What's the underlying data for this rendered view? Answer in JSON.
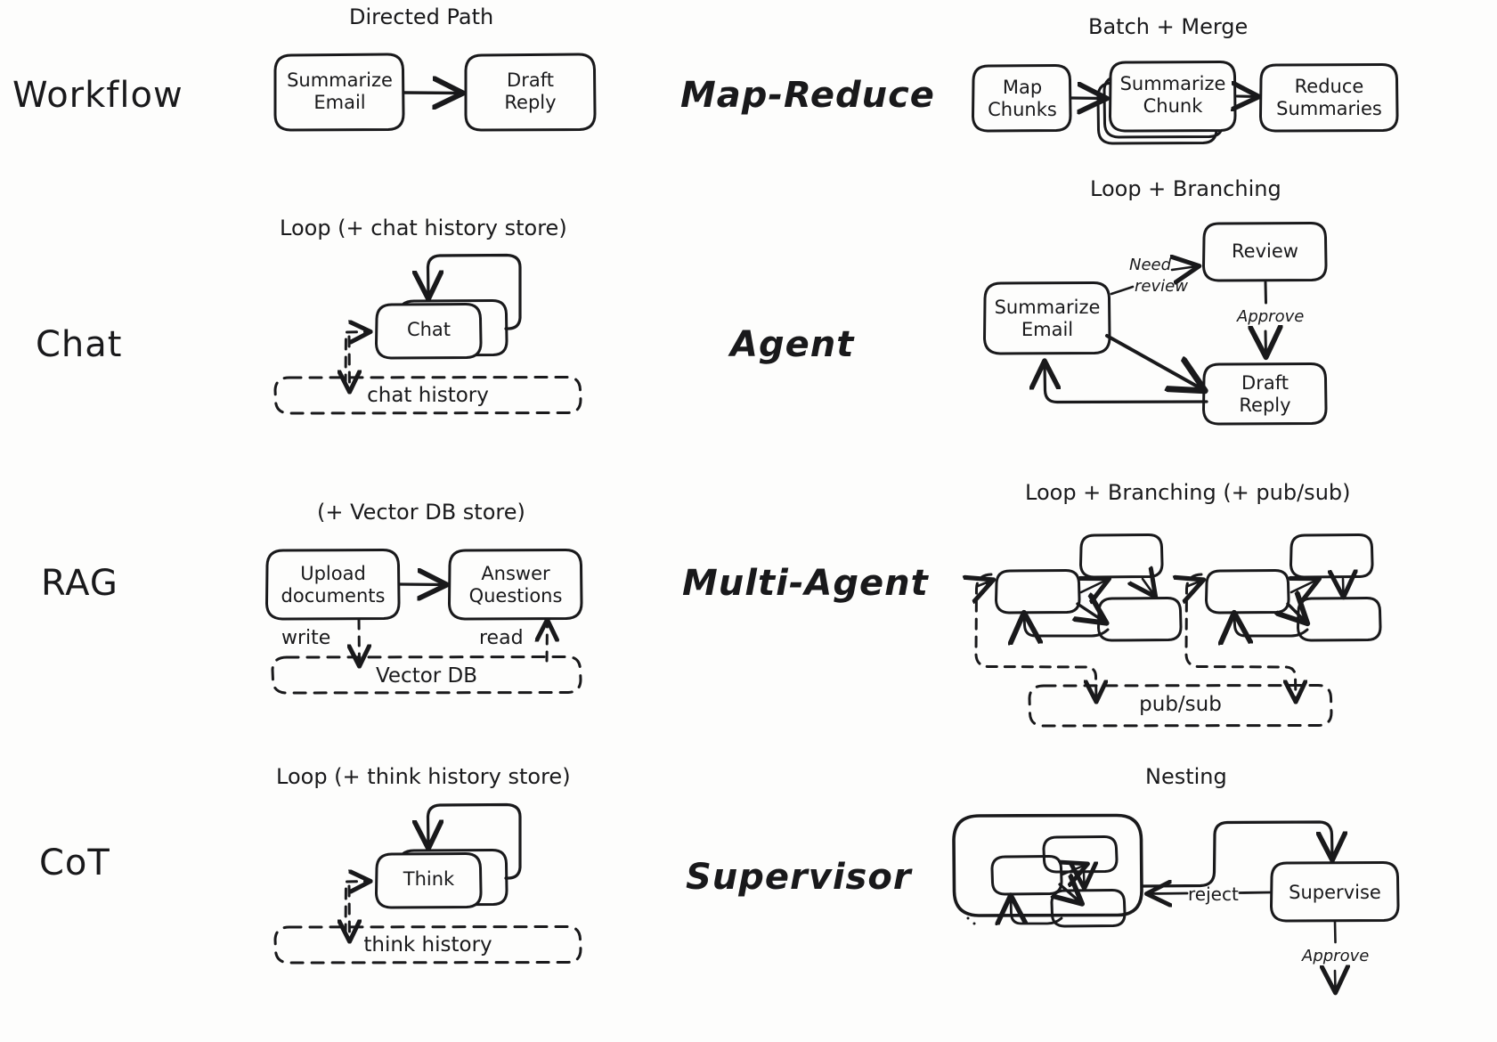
{
  "page": {
    "background": "#fdfdfc",
    "ink": "#19191b",
    "title_note": "Agentic pattern comparison diagram (hand-drawn style)"
  },
  "rows": [
    {
      "id": "workflow",
      "left": {
        "label": "Workflow",
        "caption": "Directed Path",
        "nodes": [
          {
            "id": "summarize-email",
            "label": "Summarize\nEmail"
          },
          {
            "id": "draft-reply",
            "label": "Draft\nReply"
          }
        ],
        "edges": [
          {
            "from": "summarize-email",
            "to": "draft-reply",
            "label": "",
            "style": "solid"
          }
        ],
        "stores": []
      },
      "right": {
        "label": "Map-Reduce",
        "caption": "Batch + Merge",
        "nodes": [
          {
            "id": "map-chunks",
            "label": "Map\nChunks"
          },
          {
            "id": "summarize-chunk",
            "label": "Summarize\nChunk",
            "stacked": true
          },
          {
            "id": "reduce-summaries",
            "label": "Reduce\nSummaries"
          }
        ],
        "edges": [
          {
            "from": "map-chunks",
            "to": "summarize-chunk",
            "label": "",
            "style": "solid"
          },
          {
            "from": "summarize-chunk",
            "to": "reduce-summaries",
            "label": "",
            "style": "solid"
          }
        ],
        "stores": []
      }
    },
    {
      "id": "chat",
      "left": {
        "label": "Chat",
        "caption": "Loop (+ chat history store)",
        "nodes": [
          {
            "id": "chat",
            "label": "Chat",
            "selfloop": true
          }
        ],
        "edges": [],
        "stores": [
          {
            "id": "chat-history",
            "label": "chat history",
            "style": "dashed"
          }
        ]
      },
      "right": {
        "label": "Agent",
        "caption": "Loop + Branching",
        "nodes": [
          {
            "id": "summarize-email",
            "label": "Summarize\nEmail"
          },
          {
            "id": "review",
            "label": "Review"
          },
          {
            "id": "draft-reply",
            "label": "Draft\nReply"
          }
        ],
        "edges": [
          {
            "from": "summarize-email",
            "to": "review",
            "label": "Need\nreview",
            "style": "solid"
          },
          {
            "from": "review",
            "to": "draft-reply",
            "label": "Approve",
            "style": "solid"
          },
          {
            "from": "summarize-email",
            "to": "draft-reply",
            "label": "",
            "style": "solid"
          },
          {
            "from": "draft-reply",
            "to": "summarize-email",
            "label": "",
            "style": "solid"
          }
        ],
        "stores": []
      }
    },
    {
      "id": "rag",
      "left": {
        "label": "RAG",
        "caption": "(+ Vector DB store)",
        "nodes": [
          {
            "id": "upload-documents",
            "label": "Upload\ndocuments"
          },
          {
            "id": "answer-questions",
            "label": "Answer\nQuestions"
          }
        ],
        "edges": [
          {
            "from": "upload-documents",
            "to": "answer-questions",
            "label": "",
            "style": "solid"
          },
          {
            "from": "upload-documents",
            "to": "vector-db",
            "label": "write",
            "style": "dashed"
          },
          {
            "from": "vector-db",
            "to": "answer-questions",
            "label": "read",
            "style": "dashed"
          }
        ],
        "stores": [
          {
            "id": "vector-db",
            "label": "Vector DB",
            "style": "dashed"
          }
        ]
      },
      "right": {
        "label": "Multi-Agent",
        "caption": "Loop + Branching (+ pub/sub)",
        "nodes": [
          {
            "id": "cluster-a",
            "label": ""
          },
          {
            "id": "cluster-b",
            "label": ""
          }
        ],
        "edges": [
          {
            "from": "cluster-a",
            "to": "pub-sub",
            "label": "",
            "style": "dashed"
          },
          {
            "from": "cluster-b",
            "to": "pub-sub",
            "label": "",
            "style": "dashed"
          }
        ],
        "stores": [
          {
            "id": "pub-sub",
            "label": "pub/sub",
            "style": "dashed"
          }
        ]
      }
    },
    {
      "id": "cot",
      "left": {
        "label": "CoT",
        "caption": "Loop (+ think history store)",
        "nodes": [
          {
            "id": "think",
            "label": "Think",
            "selfloop": true
          }
        ],
        "edges": [],
        "stores": [
          {
            "id": "think-history",
            "label": "think history",
            "style": "dashed"
          }
        ]
      },
      "right": {
        "label": "Supervisor",
        "caption": "Nesting",
        "nodes": [
          {
            "id": "nested-agent",
            "label": ""
          },
          {
            "id": "supervise",
            "label": "Supervise"
          }
        ],
        "edges": [
          {
            "from": "nested-agent",
            "to": "supervise",
            "label": "",
            "style": "solid"
          },
          {
            "from": "supervise",
            "to": "nested-agent",
            "label": "reject",
            "style": "solid"
          },
          {
            "from": "supervise",
            "to": "out",
            "label": "Approve",
            "style": "solid"
          }
        ],
        "stores": []
      }
    }
  ],
  "labels": {
    "workflow": "Workflow",
    "chat": "Chat",
    "rag": "RAG",
    "cot": "CoT",
    "map_reduce": "Map-Reduce",
    "agent": "Agent",
    "multi_agent": "Multi-Agent",
    "supervisor": "Supervisor"
  },
  "captions": {
    "directed_path": "Directed Path",
    "batch_merge": "Batch + Merge",
    "loop_chat_history": "Loop (+ chat history store)",
    "loop_branching": "Loop + Branching",
    "vector_db_store": "(+ Vector DB store)",
    "loop_branching_pubsub": "Loop + Branching (+ pub/sub)",
    "loop_think_history": "Loop (+ think history store)",
    "nesting": "Nesting"
  },
  "nodes": {
    "summarize_email": "Summarize\nEmail",
    "draft_reply": "Draft\nReply",
    "map_chunks": "Map\nChunks",
    "summarize_chunk": "Summarize\nChunk",
    "reduce_summaries": "Reduce\nSummaries",
    "chat": "Chat",
    "review": "Review",
    "agent_summarize_email": "Summarize\nEmail",
    "agent_draft_reply": "Draft\nReply",
    "upload_documents": "Upload\ndocuments",
    "answer_questions": "Answer\nQuestions",
    "think": "Think",
    "supervise": "Supervise"
  },
  "stores": {
    "chat_history": "chat history",
    "vector_db": "Vector DB",
    "pub_sub": "pub/sub",
    "think_history": "think history"
  },
  "edge_labels": {
    "need_review_1": "Need",
    "need_review_2": "review",
    "approve": "Approve",
    "write": "write",
    "read": "read",
    "reject": "reject",
    "supervisor_approve": "Approve"
  }
}
